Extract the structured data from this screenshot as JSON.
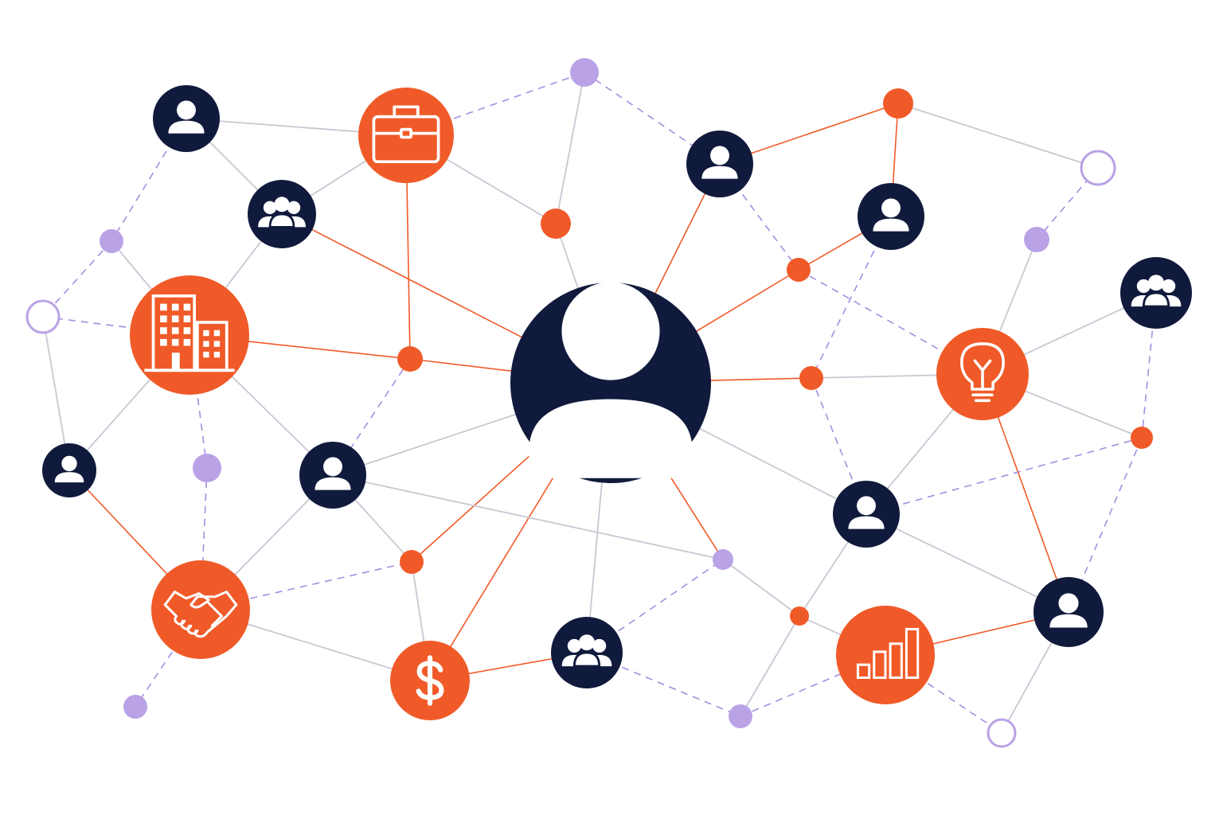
{
  "colors": {
    "navy": "#101a3c",
    "orange": "#f05a28",
    "purple": "#b9a2e6",
    "edge_gray": "#c9c7d3",
    "edge_orange": "#f05a28",
    "edge_purple": "#a58ee0",
    "background": "#ffffff"
  },
  "nodes": [
    {
      "id": "hub",
      "kind": "navy",
      "icon": "person-icon"
    },
    {
      "id": "person-top-left",
      "kind": "navy",
      "icon": "person-icon"
    },
    {
      "id": "briefcase",
      "kind": "orange",
      "icon": "briefcase-icon"
    },
    {
      "id": "group-upper-left",
      "kind": "navy",
      "icon": "group-icon"
    },
    {
      "id": "building",
      "kind": "orange",
      "icon": "building-icon"
    },
    {
      "id": "person-left",
      "kind": "navy",
      "icon": "person-icon"
    },
    {
      "id": "person-mid-left",
      "kind": "navy",
      "icon": "person-icon"
    },
    {
      "id": "handshake",
      "kind": "orange",
      "icon": "handshake-icon"
    },
    {
      "id": "dollar",
      "kind": "orange",
      "icon": "dollar-icon"
    },
    {
      "id": "group-bottom",
      "kind": "navy",
      "icon": "group-icon"
    },
    {
      "id": "person-top-right",
      "kind": "navy",
      "icon": "person-icon"
    },
    {
      "id": "person-right-upper",
      "kind": "navy",
      "icon": "person-icon"
    },
    {
      "id": "group-far-right",
      "kind": "navy",
      "icon": "group-icon"
    },
    {
      "id": "lightbulb",
      "kind": "orange",
      "icon": "lightbulb-icon"
    },
    {
      "id": "person-mid-right",
      "kind": "navy",
      "icon": "person-icon"
    },
    {
      "id": "person-bottom-right",
      "kind": "navy",
      "icon": "person-icon"
    },
    {
      "id": "chart",
      "kind": "orange",
      "icon": "bar-chart-icon"
    },
    {
      "id": "dot-o1",
      "kind": "dot-orange"
    },
    {
      "id": "dot-o2",
      "kind": "dot-orange"
    },
    {
      "id": "dot-o3",
      "kind": "dot-orange"
    },
    {
      "id": "dot-o4",
      "kind": "dot-orange"
    },
    {
      "id": "dot-o5",
      "kind": "dot-orange"
    },
    {
      "id": "dot-o6",
      "kind": "dot-orange"
    },
    {
      "id": "dot-o7",
      "kind": "dot-orange"
    },
    {
      "id": "dot-o8",
      "kind": "dot-orange"
    },
    {
      "id": "dot-p1",
      "kind": "dot-purple"
    },
    {
      "id": "dot-p2",
      "kind": "dot-purple"
    },
    {
      "id": "dot-p3",
      "kind": "dot-purple"
    },
    {
      "id": "dot-p4",
      "kind": "dot-purple"
    },
    {
      "id": "dot-p5",
      "kind": "dot-purple"
    },
    {
      "id": "dot-p6",
      "kind": "dot-purple"
    },
    {
      "id": "dot-p7",
      "kind": "dot-purple"
    },
    {
      "id": "ring-left",
      "kind": "ring"
    },
    {
      "id": "ring-top-right",
      "kind": "ring"
    },
    {
      "id": "ring-bottom-right",
      "kind": "ring"
    }
  ],
  "edges": [
    {
      "from": "person-top-left",
      "to": "briefcase",
      "style": "gray"
    },
    {
      "from": "person-top-left",
      "to": "group-upper-left",
      "style": "gray"
    },
    {
      "from": "person-top-left",
      "to": "dot-p1",
      "style": "dashed"
    },
    {
      "from": "dot-p1",
      "to": "ring-left",
      "style": "dashed"
    },
    {
      "from": "dot-p1",
      "to": "building",
      "style": "gray"
    },
    {
      "from": "ring-left",
      "to": "building",
      "style": "dashed"
    },
    {
      "from": "ring-left",
      "to": "person-left",
      "style": "gray"
    },
    {
      "from": "briefcase",
      "to": "group-upper-left",
      "style": "gray"
    },
    {
      "from": "briefcase",
      "to": "dot-o2",
      "style": "orange"
    },
    {
      "from": "briefcase",
      "to": "dot-p2",
      "style": "dashed"
    },
    {
      "from": "briefcase",
      "to": "dot-o1",
      "style": "gray"
    },
    {
      "from": "dot-p2",
      "to": "dot-o1",
      "style": "gray"
    },
    {
      "from": "dot-p2",
      "to": "person-top-right",
      "style": "dashed"
    },
    {
      "from": "dot-o1",
      "to": "hub",
      "style": "gray"
    },
    {
      "from": "group-upper-left",
      "to": "building",
      "style": "gray"
    },
    {
      "from": "group-upper-left",
      "to": "hub",
      "style": "orange"
    },
    {
      "from": "building",
      "to": "dot-o2",
      "style": "orange"
    },
    {
      "from": "building",
      "to": "person-left",
      "style": "gray"
    },
    {
      "from": "building",
      "to": "dot-p3",
      "style": "dashed"
    },
    {
      "from": "building",
      "to": "person-mid-left",
      "style": "gray"
    },
    {
      "from": "dot-o2",
      "to": "hub",
      "style": "orange"
    },
    {
      "from": "dot-o2",
      "to": "person-mid-left",
      "style": "dashed"
    },
    {
      "from": "dot-p3",
      "to": "handshake",
      "style": "dashed"
    },
    {
      "from": "person-left",
      "to": "handshake",
      "style": "orange"
    },
    {
      "from": "person-mid-left",
      "to": "hub",
      "style": "gray"
    },
    {
      "from": "person-mid-left",
      "to": "handshake",
      "style": "gray"
    },
    {
      "from": "person-mid-left",
      "to": "dot-o3",
      "style": "gray"
    },
    {
      "from": "handshake",
      "to": "dot-o3",
      "style": "dashed"
    },
    {
      "from": "handshake",
      "to": "dot-p4",
      "style": "dashed"
    },
    {
      "from": "handshake",
      "to": "dollar",
      "style": "gray"
    },
    {
      "from": "dot-o3",
      "to": "hub",
      "style": "orange"
    },
    {
      "from": "dot-o3",
      "to": "dollar",
      "style": "gray"
    },
    {
      "from": "dollar",
      "to": "hub",
      "style": "orange"
    },
    {
      "from": "dollar",
      "to": "group-bottom",
      "style": "orange"
    },
    {
      "from": "group-bottom",
      "to": "hub",
      "style": "gray"
    },
    {
      "from": "group-bottom",
      "to": "dot-p5",
      "style": "dashed"
    },
    {
      "from": "group-bottom",
      "to": "dot-p6",
      "style": "dashed"
    },
    {
      "from": "hub",
      "to": "dot-p5",
      "style": "orange"
    },
    {
      "from": "hub",
      "to": "person-top-right",
      "style": "orange"
    },
    {
      "from": "hub",
      "to": "dot-o5",
      "style": "orange"
    },
    {
      "from": "hub",
      "to": "dot-o6",
      "style": "orange"
    },
    {
      "from": "hub",
      "to": "person-mid-right",
      "style": "gray"
    },
    {
      "from": "dot-p5",
      "to": "dot-o7",
      "style": "gray"
    },
    {
      "from": "dot-p5",
      "to": "person-mid-left",
      "style": "gray"
    },
    {
      "from": "person-top-right",
      "to": "dot-o4",
      "style": "orange"
    },
    {
      "from": "person-top-right",
      "to": "dot-o5",
      "style": "dashed"
    },
    {
      "from": "dot-o4",
      "to": "person-right-upper",
      "style": "orange"
    },
    {
      "from": "dot-o4",
      "to": "ring-top-right",
      "style": "gray"
    },
    {
      "from": "ring-top-right",
      "to": "dot-p7",
      "style": "dashed"
    },
    {
      "from": "dot-p7",
      "to": "lightbulb",
      "style": "gray"
    },
    {
      "from": "person-right-upper",
      "to": "dot-o5",
      "style": "orange"
    },
    {
      "from": "person-right-upper",
      "to": "dot-o6",
      "style": "dashed"
    },
    {
      "from": "dot-o5",
      "to": "lightbulb",
      "style": "dashed"
    },
    {
      "from": "dot-o6",
      "to": "lightbulb",
      "style": "gray"
    },
    {
      "from": "dot-o6",
      "to": "person-mid-right",
      "style": "dashed"
    },
    {
      "from": "group-far-right",
      "to": "lightbulb",
      "style": "gray"
    },
    {
      "from": "group-far-right",
      "to": "dot-o8",
      "style": "dashed"
    },
    {
      "from": "lightbulb",
      "to": "dot-o8",
      "style": "gray"
    },
    {
      "from": "lightbulb",
      "to": "person-mid-right",
      "style": "gray"
    },
    {
      "from": "lightbulb",
      "to": "person-bottom-right",
      "style": "orange"
    },
    {
      "from": "dot-o8",
      "to": "person-bottom-right",
      "style": "dashed"
    },
    {
      "from": "person-mid-right",
      "to": "person-bottom-right",
      "style": "gray"
    },
    {
      "from": "person-mid-right",
      "to": "dot-o7",
      "style": "gray"
    },
    {
      "from": "person-mid-right",
      "to": "dot-o8",
      "style": "dashed"
    },
    {
      "from": "dot-o7",
      "to": "chart",
      "style": "gray"
    },
    {
      "from": "dot-o7",
      "to": "dot-p6",
      "style": "gray"
    },
    {
      "from": "dot-p6",
      "to": "chart",
      "style": "dashed"
    },
    {
      "from": "chart",
      "to": "person-bottom-right",
      "style": "orange"
    },
    {
      "from": "chart",
      "to": "ring-bottom-right",
      "style": "dashed"
    },
    {
      "from": "person-bottom-right",
      "to": "ring-bottom-right",
      "style": "gray"
    }
  ]
}
